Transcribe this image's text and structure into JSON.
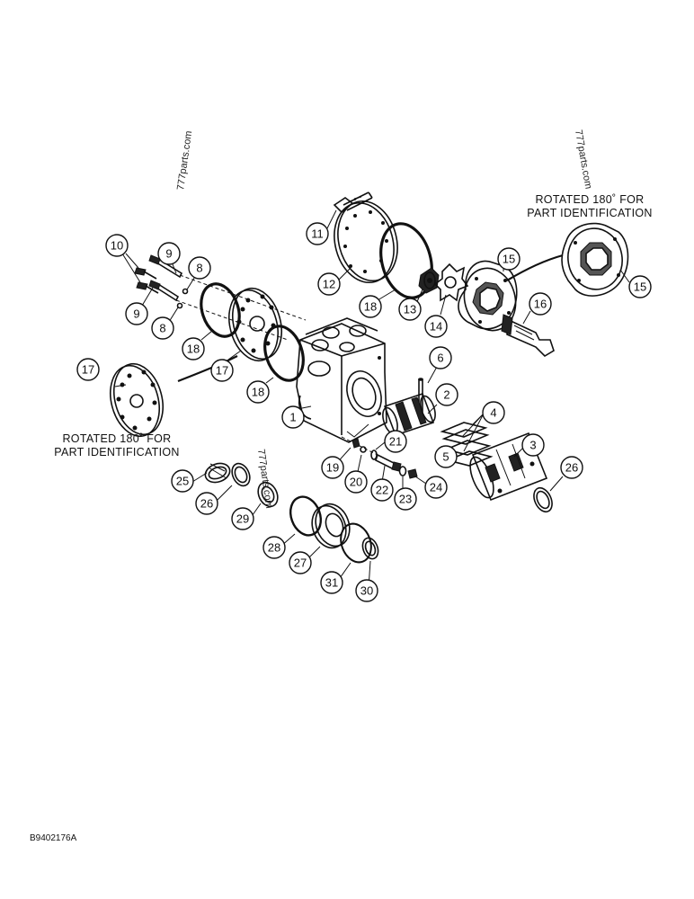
{
  "callouts": [
    "1",
    "2",
    "3",
    "4",
    "5",
    "6",
    "8",
    "9",
    "10",
    "11",
    "12",
    "13",
    "14",
    "15",
    "16",
    "17",
    "18",
    "19",
    "20",
    "21",
    "22",
    "23",
    "24",
    "25",
    "26",
    "27",
    "28",
    "29",
    "30",
    "31"
  ],
  "notes": {
    "rotated_top": [
      "ROTATED 180˚ FOR",
      "PART IDENTIFICATION"
    ],
    "rotated_left": [
      "ROTATED 180˚ FOR",
      "PART IDENTIFICATION"
    ]
  },
  "watermarks": [
    "777parts.com",
    "777parts.com",
    "777parts.com"
  ],
  "figure_code": "B9402176A"
}
